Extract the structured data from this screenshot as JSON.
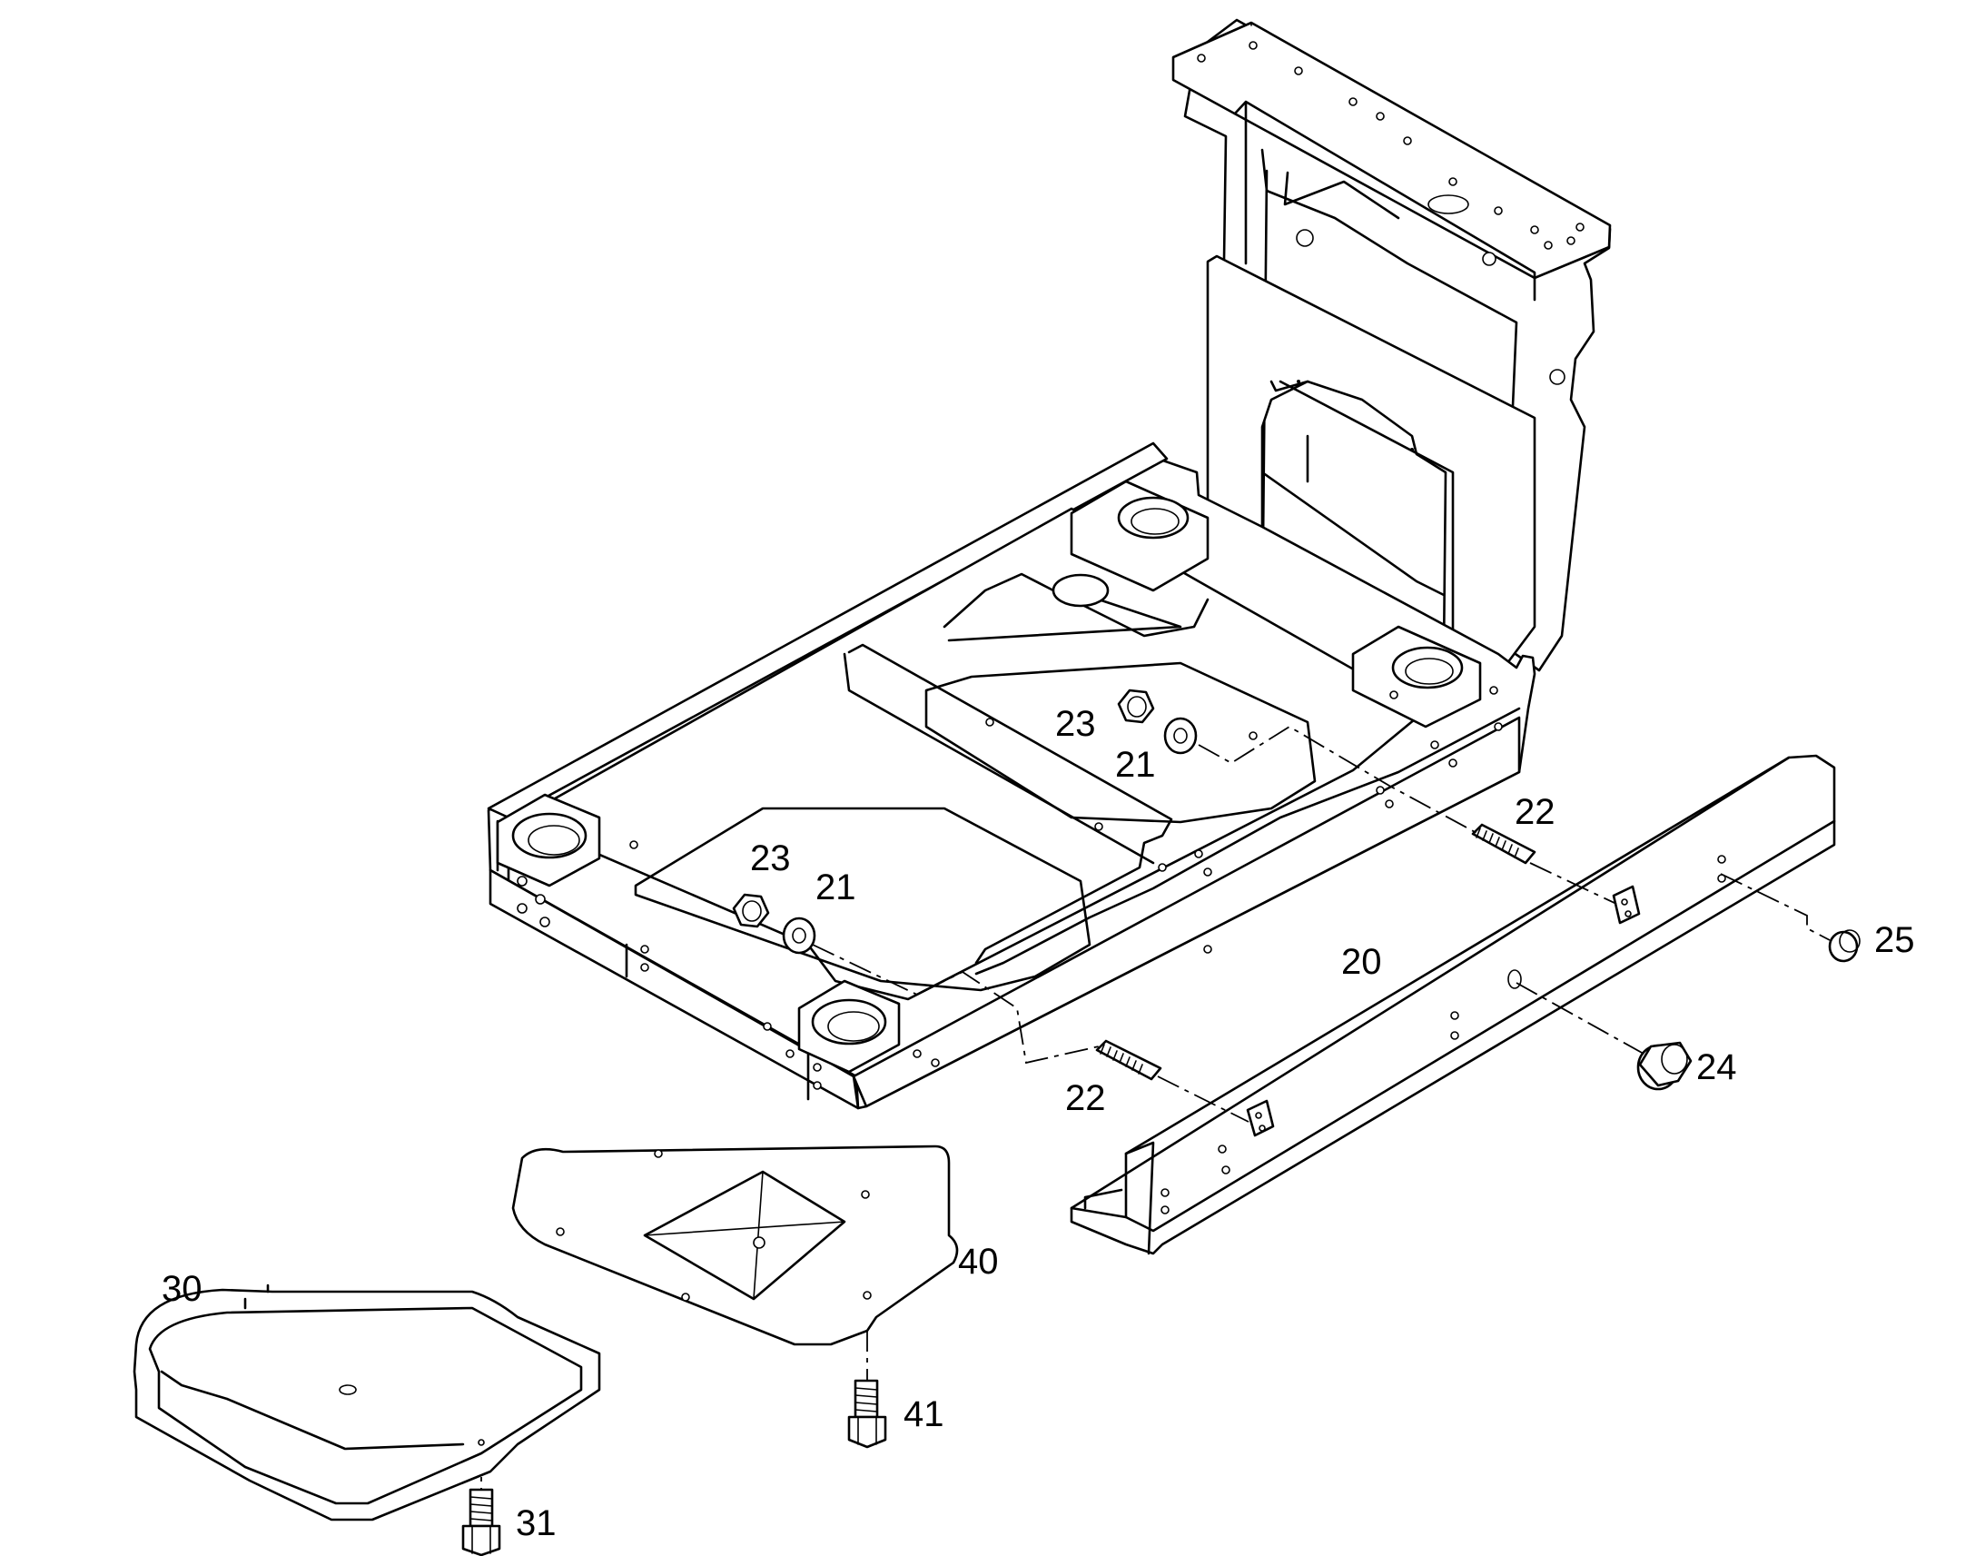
{
  "diagram": {
    "type": "exploded-parts-view",
    "callouts": [
      {
        "id": "c20",
        "text": "20"
      },
      {
        "id": "c21a",
        "text": "21"
      },
      {
        "id": "c21b",
        "text": "21"
      },
      {
        "id": "c22a",
        "text": "22"
      },
      {
        "id": "c22b",
        "text": "22"
      },
      {
        "id": "c23a",
        "text": "23"
      },
      {
        "id": "c23b",
        "text": "23"
      },
      {
        "id": "c24",
        "text": "24"
      },
      {
        "id": "c25",
        "text": "25"
      },
      {
        "id": "c30",
        "text": "30"
      },
      {
        "id": "c31",
        "text": "31"
      },
      {
        "id": "c40",
        "text": "40"
      },
      {
        "id": "c41",
        "text": "41"
      }
    ]
  }
}
